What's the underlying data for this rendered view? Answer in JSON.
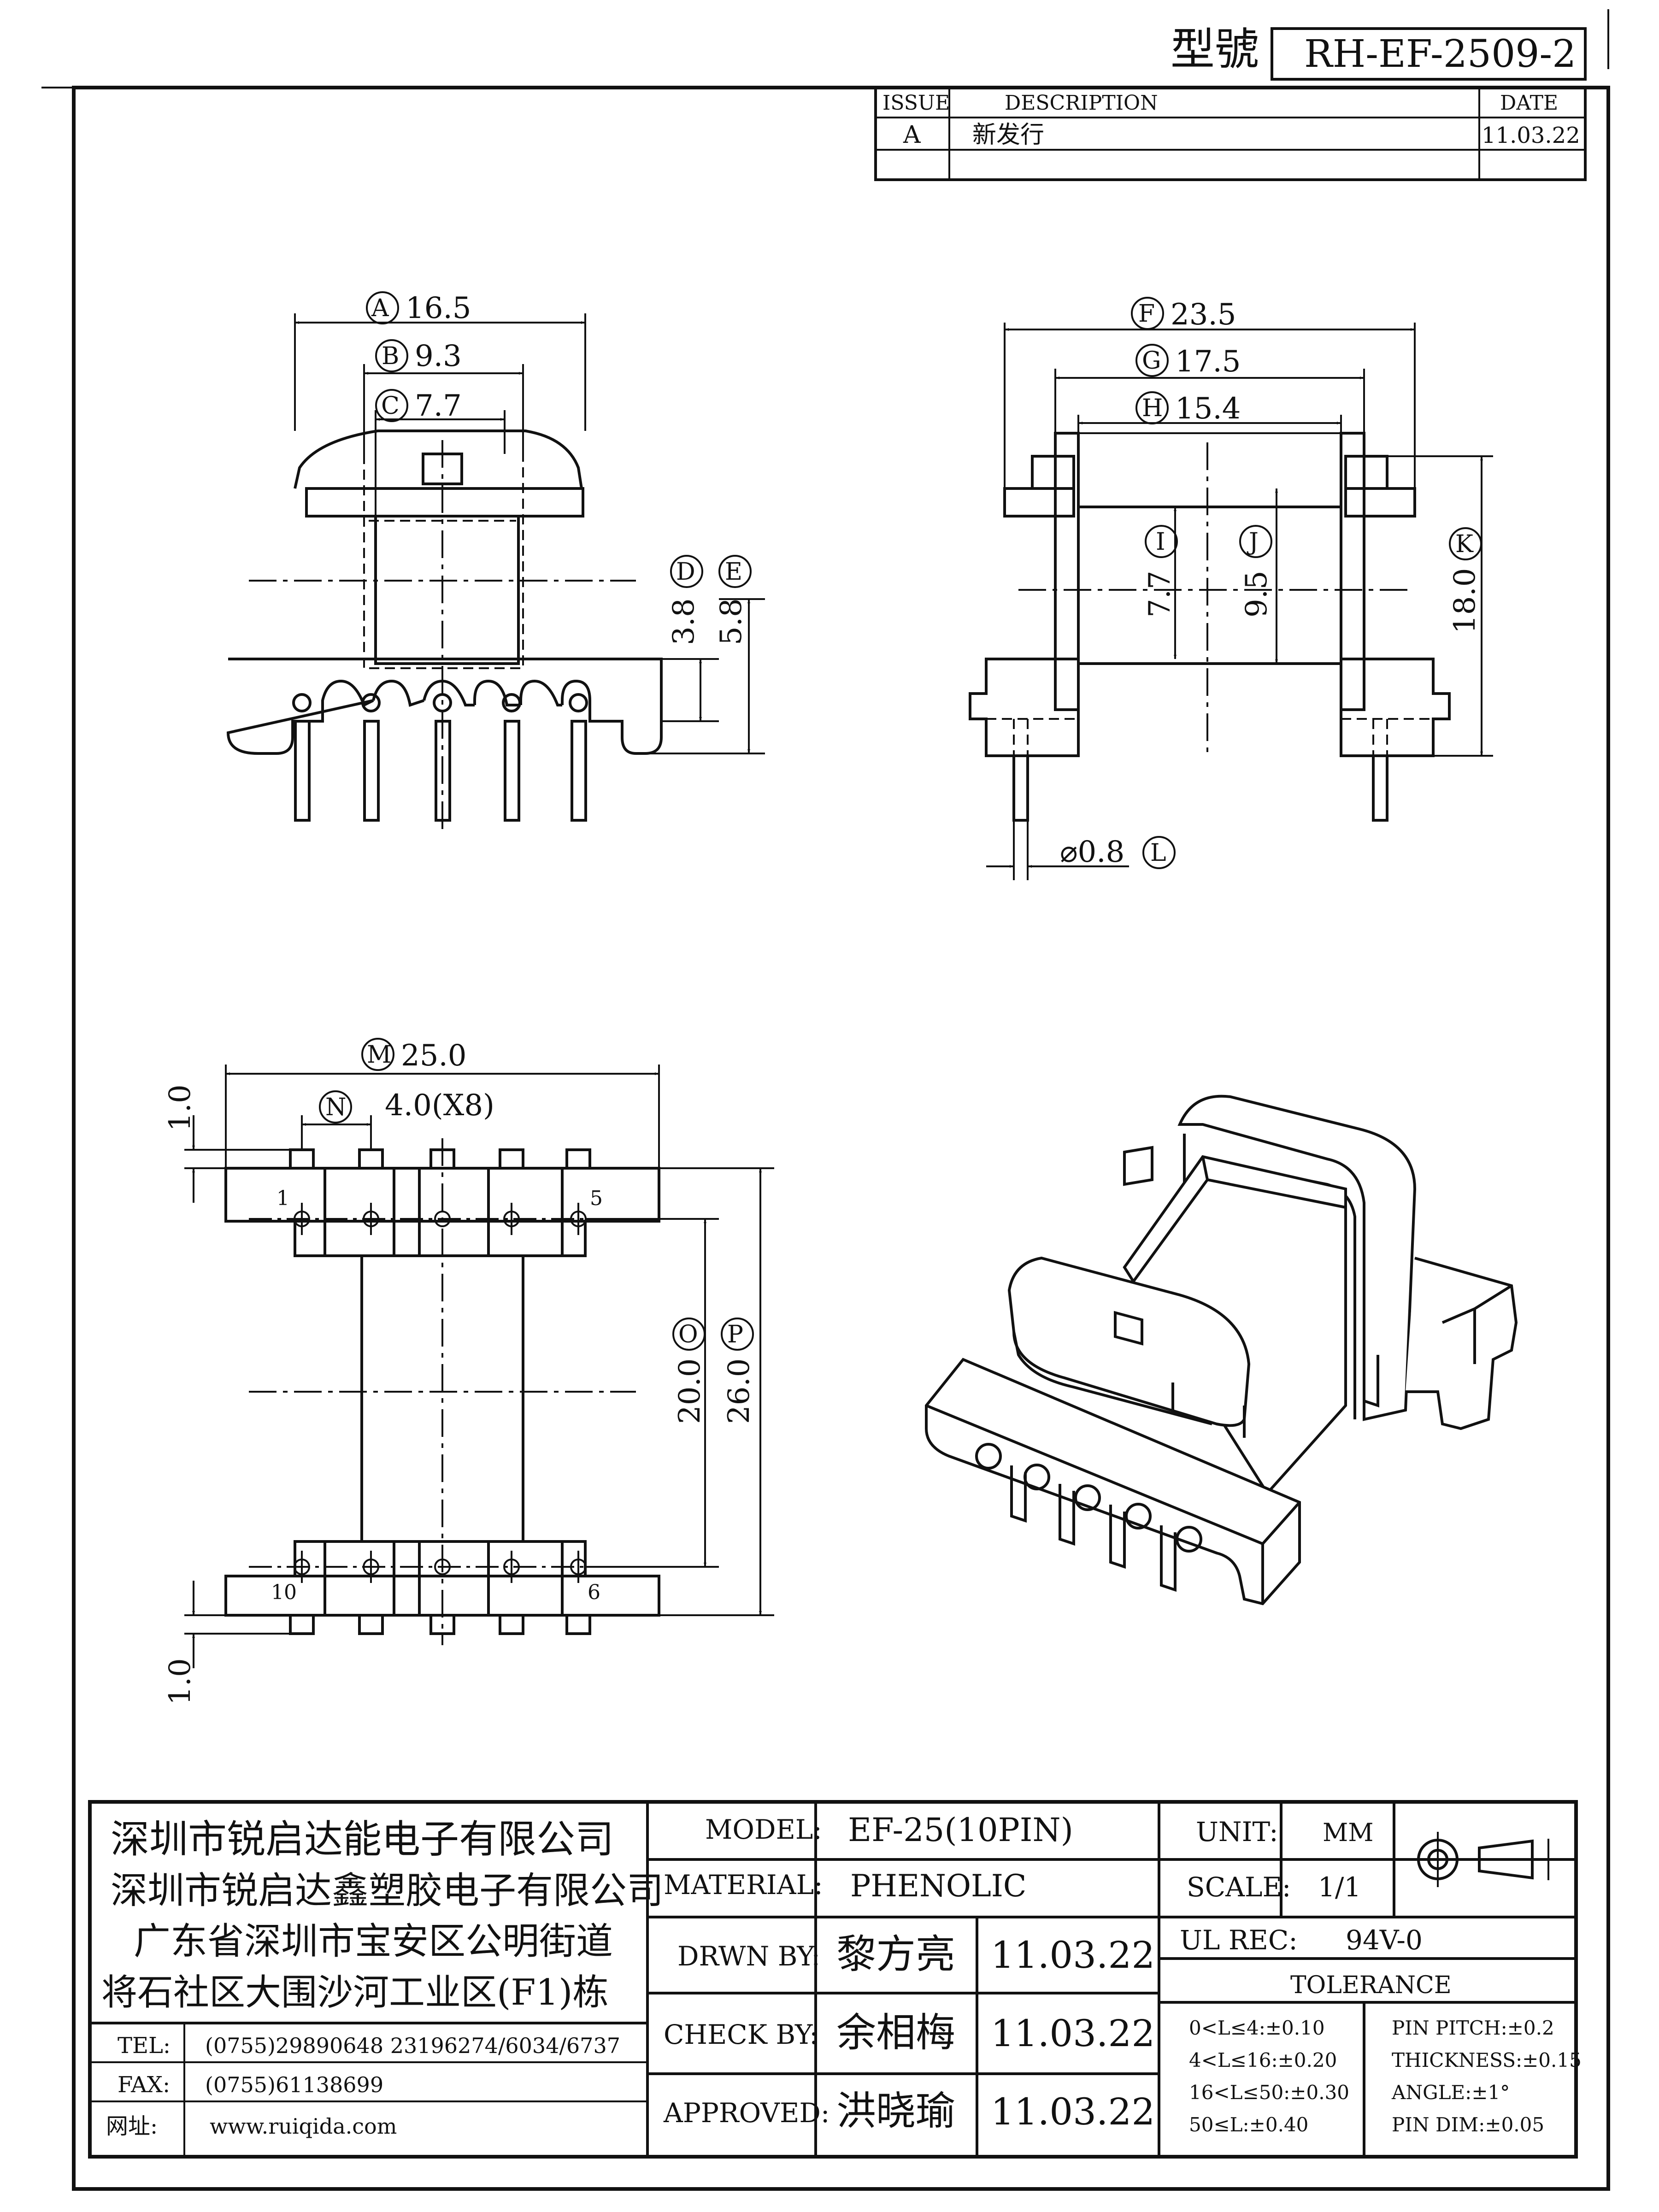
{
  "header": {
    "model_label": "型號",
    "model_number": "RH-EF-2509-2"
  },
  "revision": {
    "col_issue": "ISSUE",
    "col_description": "DESCRIPTION",
    "col_date": "DATE",
    "rows": [
      {
        "issue": "A",
        "description": "新发行",
        "date": "11.03.22"
      }
    ]
  },
  "views": {
    "front": {
      "dims": [
        {
          "id": "A",
          "value": "16.5"
        },
        {
          "id": "B",
          "value": "9.3"
        },
        {
          "id": "C",
          "value": "7.7"
        },
        {
          "id": "D",
          "value": "3.8"
        },
        {
          "id": "E",
          "value": "5.8"
        }
      ]
    },
    "side": {
      "dims": [
        {
          "id": "F",
          "value": "23.5"
        },
        {
          "id": "G",
          "value": "17.5"
        },
        {
          "id": "H",
          "value": "15.4"
        },
        {
          "id": "I",
          "value": "7.7"
        },
        {
          "id": "J",
          "value": "9.5"
        },
        {
          "id": "K",
          "value": "18.0"
        },
        {
          "id": "L",
          "value": "⌀0.8"
        }
      ]
    },
    "bottom": {
      "dims": [
        {
          "id": "M",
          "value": "25.0"
        },
        {
          "id": "N",
          "value": "4.0(X8)"
        },
        {
          "id": "O",
          "value": "20.0"
        },
        {
          "id": "P",
          "value": "26.0"
        }
      ],
      "offset_top": "1.0",
      "offset_bottom": "1.0",
      "pin_labels": {
        "p1": "1",
        "p5": "5",
        "p6": "6",
        "p10": "10"
      }
    }
  },
  "company": {
    "lines": [
      "深圳市锐启达能电子有限公司",
      "深圳市锐启达鑫塑胶电子有限公司",
      "广东省深圳市宝安区公明街道",
      "将石社区大围沙河工业区(F1)栋"
    ],
    "tel_label": "TEL:",
    "tel_value": "(0755)29890648   23196274/6034/6737",
    "fax_label": "FAX:",
    "fax_value": "(0755)61138699",
    "web_label": "网址:",
    "web_value": "www.ruiqida.com"
  },
  "title_block": {
    "model_label": "MODEL:",
    "model_value": "EF-25(10PIN)",
    "material_label": "MATERIAL:",
    "material_value": "PHENOLIC",
    "drawn_label": "DRWN BY:",
    "drawn_name": "黎方亮",
    "drawn_date": "11.03.22",
    "check_label": "CHECK BY:",
    "check_name": "余相梅",
    "check_date": "11.03.22",
    "approved_label": "APPROVED:",
    "approved_name": "洪晓瑜",
    "approved_date": "11.03.22",
    "unit_label": "UNIT:",
    "unit_value": "MM",
    "scale_label": "SCALE:",
    "scale_value": "1/1",
    "ul_label": "UL REC:",
    "ul_value": "94V-0",
    "tolerance_label": "TOLERANCE",
    "tol_left": [
      "0<L≤4:±0.10",
      "4<L≤16:±0.20",
      "16<L≤50:±0.30",
      "50≤L:±0.40"
    ],
    "tol_right": [
      "PIN PITCH:±0.2",
      "THICKNESS:±0.15",
      "ANGLE:±1°",
      "PIN DIM:±0.05"
    ]
  }
}
